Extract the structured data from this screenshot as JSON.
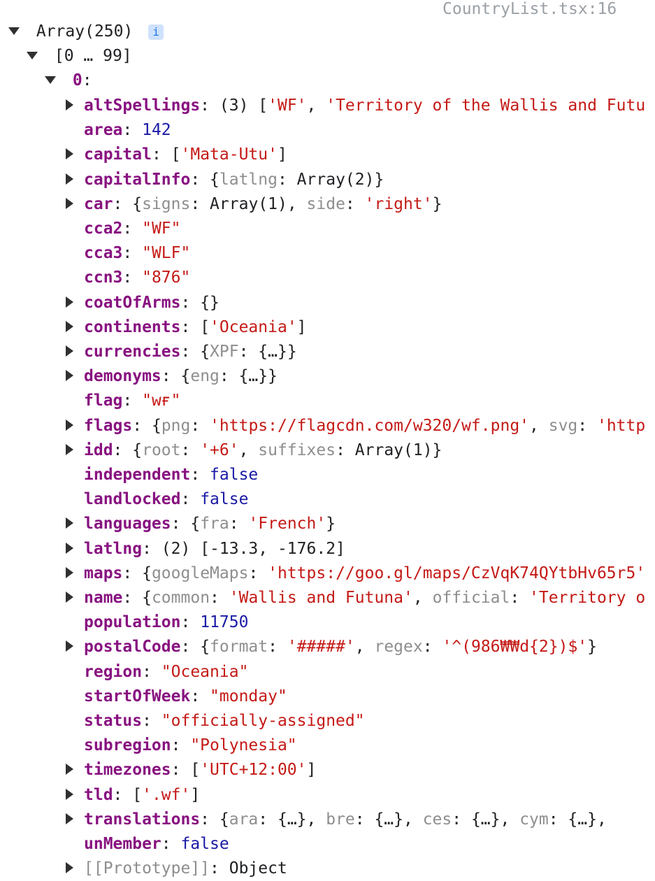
{
  "source_link": "CountryList.tsx:16",
  "array_header": "Array(250)",
  "info_badge": "i",
  "range_label": "[0 … 99]",
  "index_label": "0",
  "properties": [
    {
      "key": "altSpellings",
      "expand": true,
      "parts": [
        [
          "p",
          "(3) "
        ],
        [
          "b",
          "["
        ],
        [
          "s",
          "'WF'"
        ],
        [
          "b",
          ", "
        ],
        [
          "s",
          "'Territory of the Wallis and Futu"
        ]
      ]
    },
    {
      "key": "area",
      "expand": false,
      "parts": [
        [
          "n",
          "142"
        ]
      ]
    },
    {
      "key": "capital",
      "expand": true,
      "parts": [
        [
          "b",
          "["
        ],
        [
          "s",
          "'Mata-Utu'"
        ],
        [
          "b",
          "]"
        ]
      ]
    },
    {
      "key": "capitalInfo",
      "expand": true,
      "parts": [
        [
          "b",
          "{"
        ],
        [
          "k",
          "latlng"
        ],
        [
          "b",
          ": Array(2)}"
        ]
      ]
    },
    {
      "key": "car",
      "expand": true,
      "parts": [
        [
          "b",
          "{"
        ],
        [
          "k",
          "signs"
        ],
        [
          "b",
          ": Array(1), "
        ],
        [
          "k",
          "side"
        ],
        [
          "b",
          ": "
        ],
        [
          "s",
          "'right'"
        ],
        [
          "b",
          "}"
        ]
      ]
    },
    {
      "key": "cca2",
      "expand": false,
      "parts": [
        [
          "s",
          "\"WF\""
        ]
      ]
    },
    {
      "key": "cca3",
      "expand": false,
      "parts": [
        [
          "s",
          "\"WLF\""
        ]
      ]
    },
    {
      "key": "ccn3",
      "expand": false,
      "parts": [
        [
          "s",
          "\"876\""
        ]
      ]
    },
    {
      "key": "coatOfArms",
      "expand": true,
      "parts": [
        [
          "b",
          "{}"
        ]
      ]
    },
    {
      "key": "continents",
      "expand": true,
      "parts": [
        [
          "b",
          "["
        ],
        [
          "s",
          "'Oceania'"
        ],
        [
          "b",
          "]"
        ]
      ]
    },
    {
      "key": "currencies",
      "expand": true,
      "parts": [
        [
          "b",
          "{"
        ],
        [
          "k",
          "XPF"
        ],
        [
          "b",
          ": {…}}"
        ]
      ]
    },
    {
      "key": "demonyms",
      "expand": true,
      "parts": [
        [
          "b",
          "{"
        ],
        [
          "k",
          "eng"
        ],
        [
          "b",
          ": {…}}"
        ]
      ]
    },
    {
      "key": "flag",
      "expand": false,
      "parts": [
        [
          "s",
          "\"ᴡғ\""
        ]
      ]
    },
    {
      "key": "flags",
      "expand": true,
      "parts": [
        [
          "b",
          "{"
        ],
        [
          "k",
          "png"
        ],
        [
          "b",
          ": "
        ],
        [
          "s",
          "'https://flagcdn.com/w320/wf.png'"
        ],
        [
          "b",
          ", "
        ],
        [
          "k",
          "svg"
        ],
        [
          "b",
          ": "
        ],
        [
          "s",
          "'http"
        ]
      ]
    },
    {
      "key": "idd",
      "expand": true,
      "parts": [
        [
          "b",
          "{"
        ],
        [
          "k",
          "root"
        ],
        [
          "b",
          ": "
        ],
        [
          "s",
          "'+6'"
        ],
        [
          "b",
          ", "
        ],
        [
          "k",
          "suffixes"
        ],
        [
          "b",
          ": Array(1)}"
        ]
      ]
    },
    {
      "key": "independent",
      "expand": false,
      "parts": [
        [
          "n",
          "false"
        ]
      ]
    },
    {
      "key": "landlocked",
      "expand": false,
      "parts": [
        [
          "n",
          "false"
        ]
      ]
    },
    {
      "key": "languages",
      "expand": true,
      "parts": [
        [
          "b",
          "{"
        ],
        [
          "k",
          "fra"
        ],
        [
          "b",
          ": "
        ],
        [
          "s",
          "'French'"
        ],
        [
          "b",
          "}"
        ]
      ]
    },
    {
      "key": "latlng",
      "expand": true,
      "parts": [
        [
          "p",
          "(2) "
        ],
        [
          "b",
          "[-13.3, -176.2]"
        ]
      ]
    },
    {
      "key": "maps",
      "expand": true,
      "parts": [
        [
          "b",
          "{"
        ],
        [
          "k",
          "googleMaps"
        ],
        [
          "b",
          ": "
        ],
        [
          "s",
          "'https://goo.gl/maps/CzVqK74QYtbHv65r5'"
        ]
      ]
    },
    {
      "key": "name",
      "expand": true,
      "parts": [
        [
          "b",
          "{"
        ],
        [
          "k",
          "common"
        ],
        [
          "b",
          ": "
        ],
        [
          "s",
          "'Wallis and Futuna'"
        ],
        [
          "b",
          ", "
        ],
        [
          "k",
          "official"
        ],
        [
          "b",
          ": "
        ],
        [
          "s",
          "'Territory o"
        ]
      ]
    },
    {
      "key": "population",
      "expand": false,
      "parts": [
        [
          "n",
          "11750"
        ]
      ]
    },
    {
      "key": "postalCode",
      "expand": true,
      "parts": [
        [
          "b",
          "{"
        ],
        [
          "k",
          "format"
        ],
        [
          "b",
          ": "
        ],
        [
          "s",
          "'#####'"
        ],
        [
          "b",
          ", "
        ],
        [
          "k",
          "regex"
        ],
        [
          "b",
          ": "
        ],
        [
          "s",
          "'^(986₩₩d{2})$'"
        ],
        [
          "b",
          "}"
        ]
      ]
    },
    {
      "key": "region",
      "expand": false,
      "parts": [
        [
          "s",
          "\"Oceania\""
        ]
      ]
    },
    {
      "key": "startOfWeek",
      "expand": false,
      "parts": [
        [
          "s",
          "\"monday\""
        ]
      ]
    },
    {
      "key": "status",
      "expand": false,
      "parts": [
        [
          "s",
          "\"officially-assigned\""
        ]
      ]
    },
    {
      "key": "subregion",
      "expand": false,
      "parts": [
        [
          "s",
          "\"Polynesia\""
        ]
      ]
    },
    {
      "key": "timezones",
      "expand": true,
      "parts": [
        [
          "b",
          "["
        ],
        [
          "s",
          "'UTC+12:00'"
        ],
        [
          "b",
          "]"
        ]
      ]
    },
    {
      "key": "tld",
      "expand": true,
      "parts": [
        [
          "b",
          "["
        ],
        [
          "s",
          "'.wf'"
        ],
        [
          "b",
          "]"
        ]
      ]
    },
    {
      "key": "translations",
      "expand": true,
      "parts": [
        [
          "b",
          "{"
        ],
        [
          "k",
          "ara"
        ],
        [
          "b",
          ": {…}, "
        ],
        [
          "k",
          "bre"
        ],
        [
          "b",
          ": {…}, "
        ],
        [
          "k",
          "ces"
        ],
        [
          "b",
          ": {…}, "
        ],
        [
          "k",
          "cym"
        ],
        [
          "b",
          ": {…},"
        ]
      ]
    },
    {
      "key": "unMember",
      "expand": false,
      "parts": [
        [
          "n",
          "false"
        ]
      ]
    },
    {
      "key": "[[Prototype]]",
      "expand": true,
      "proto": true,
      "parts": [
        [
          "b",
          "Object"
        ]
      ]
    }
  ]
}
